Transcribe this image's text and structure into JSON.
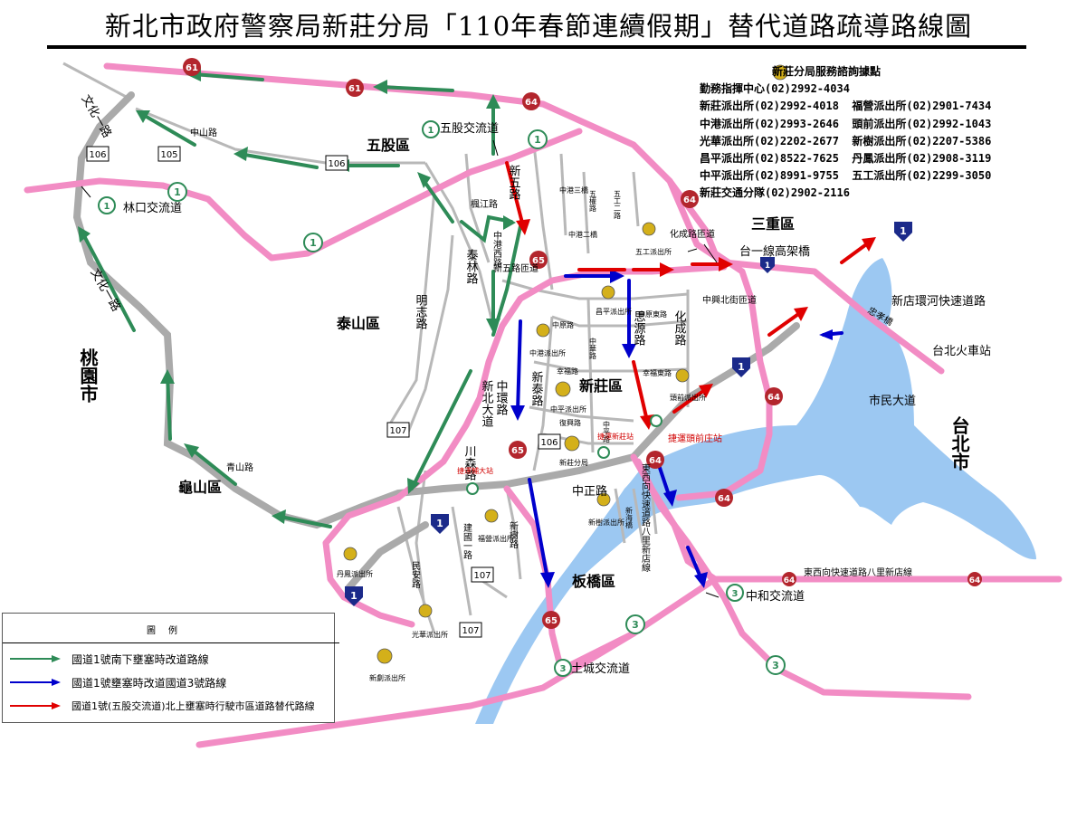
{
  "title": "新北市政府警察局新莊分局「110年春節連續假期」替代道路疏導路線圖",
  "info_box": {
    "title": "新莊分局服務諮詢據點",
    "lines": [
      "勤務指揮中心(02)2992-4034",
      "新莊派出所(02)2992-4018  福營派出所(02)2901-7434",
      "中港派出所(02)2993-2646  頭前派出所(02)2992-1043",
      "光華派出所(02)2202-2677  新樹派出所(02)2207-5386",
      "昌平派出所(02)8522-7625  丹鳳派出所(02)2908-3119",
      "中平派出所(02)8991-9755  五工派出所(02)2299-3050",
      "新莊交通分隊(02)2902-2116"
    ]
  },
  "legend": {
    "title": "圖例",
    "items": [
      {
        "label": "國道1號南下壅塞時改道路線",
        "color": "#2e8b57"
      },
      {
        "label": "國道1號壅塞時改道國道3號路線",
        "color": "#0000cc"
      },
      {
        "label": "國道1號(五股交流道)北上壅塞時行駛市區道路替代路線",
        "color": "#e00000"
      }
    ]
  },
  "colors": {
    "expressway": "#f28cc4",
    "local_road": "#b8b8b8",
    "freeway": "#aaaaaa",
    "river": "#9cc8f2",
    "green_route": "#2e8b57",
    "blue_route": "#0000cc",
    "red_route": "#e00000"
  },
  "districts": {
    "taoyuan": "桃園市",
    "wugu": "五股區",
    "taishan": "泰山區",
    "xinzhuang": "新莊區",
    "sanchong": "三重區",
    "guishan": "龜山區",
    "banqiao": "板橋區",
    "taipei": "台北市"
  },
  "places": {
    "linkou_ic": "林口交流道",
    "wugu_ic": "五股交流道",
    "tucheng_ic": "土城交流道",
    "zhonghe_ic": "中和交流道",
    "huacheng_ramp": "化成路匝道",
    "taiyi_viaduct": "台一線高架橋",
    "zhongxing_ramp": "中興北街匝道",
    "xinwu_ramp": "新五路匝道",
    "riverside_expressway": "新店環河快速道路",
    "taipei_station": "台北火車站",
    "civic_blvd": "市民大道",
    "mrt_toucheng": "捷運頭前庄站",
    "ew_expressway": "東西向快速道路八里新店線",
    "ew_expressway_vertical": "東西向快速道路八里新店線"
  },
  "roads": {
    "wenhua_top": "文化一路",
    "wenhua_left": "文化一路",
    "zhongshan": "中山路",
    "qingshan": "青山路",
    "mingzhi": "明志路",
    "taishan_rd": "泰林路",
    "xinbei_blvd": "新北大道",
    "zhonghuan": "中環路",
    "sihuan": "思源路",
    "huacheng": "化成路",
    "chuanxing": "川森路",
    "zhongzheng": "中正路",
    "jianguo": "建國一路",
    "xinshu": "新樹路",
    "minan": "民安路",
    "xintai": "新泰路",
    "xinwu": "新五路",
    "zhonggang_w": "中港西路",
    "fengjiang": "楓江路",
    "zhongyuan_e": "中原東路",
    "zhongyuan": "中原路",
    "zhonghua": "中華路",
    "xingfu_rd": "幸福路",
    "xingfu_e": "幸福東路",
    "fuying": "復興路",
    "zhongping": "中平路",
    "zhonggang3": "中港三橋",
    "zhonggang2": "中港二橋",
    "gonggong": "五工二路",
    "wugong": "五權路",
    "zhonghe": "中和",
    "xinhai": "新海橋",
    "zhongzheng_br": "忠孝橋"
  },
  "shields": {
    "r61": "61",
    "r64": "64",
    "r65": "65",
    "r106": "106",
    "r105": "105",
    "r107": "107",
    "n1": "1",
    "n3": "3",
    "t1": "1"
  },
  "stations": {
    "fengming": "丹鳳派出所",
    "xinzhuang": "新莊派出所",
    "xinshu": "新樹派出所",
    "xingying": "福營派出所",
    "guanghua": "光華派出所",
    "zhonggang": "中港派出所",
    "zhongping": "中平派出所",
    "toucheng": "頭前派出所",
    "wugong": "五工派出所",
    "changping": "昌平派出所",
    "branch": "新莊分局",
    "new_station": "新劇派出所",
    "mrt_xinzhuang": "捷運新莊站",
    "mrt_danfeng": "捷運輔大站"
  }
}
